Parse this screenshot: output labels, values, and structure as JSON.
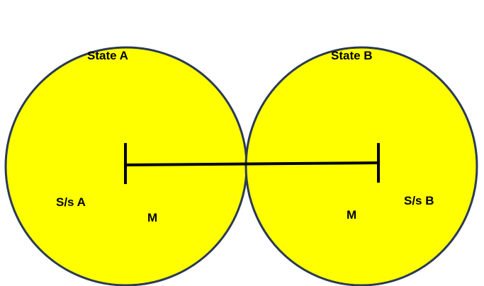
{
  "colors": {
    "fill": "#ffff00",
    "stroke": "#2b3a55",
    "line": "#000000",
    "text": "#000000"
  },
  "state_a": {
    "title": "State A",
    "subsystem": "S/s A",
    "marker": "M"
  },
  "state_b": {
    "title": "State B",
    "subsystem": "S/s B",
    "marker": "M"
  }
}
